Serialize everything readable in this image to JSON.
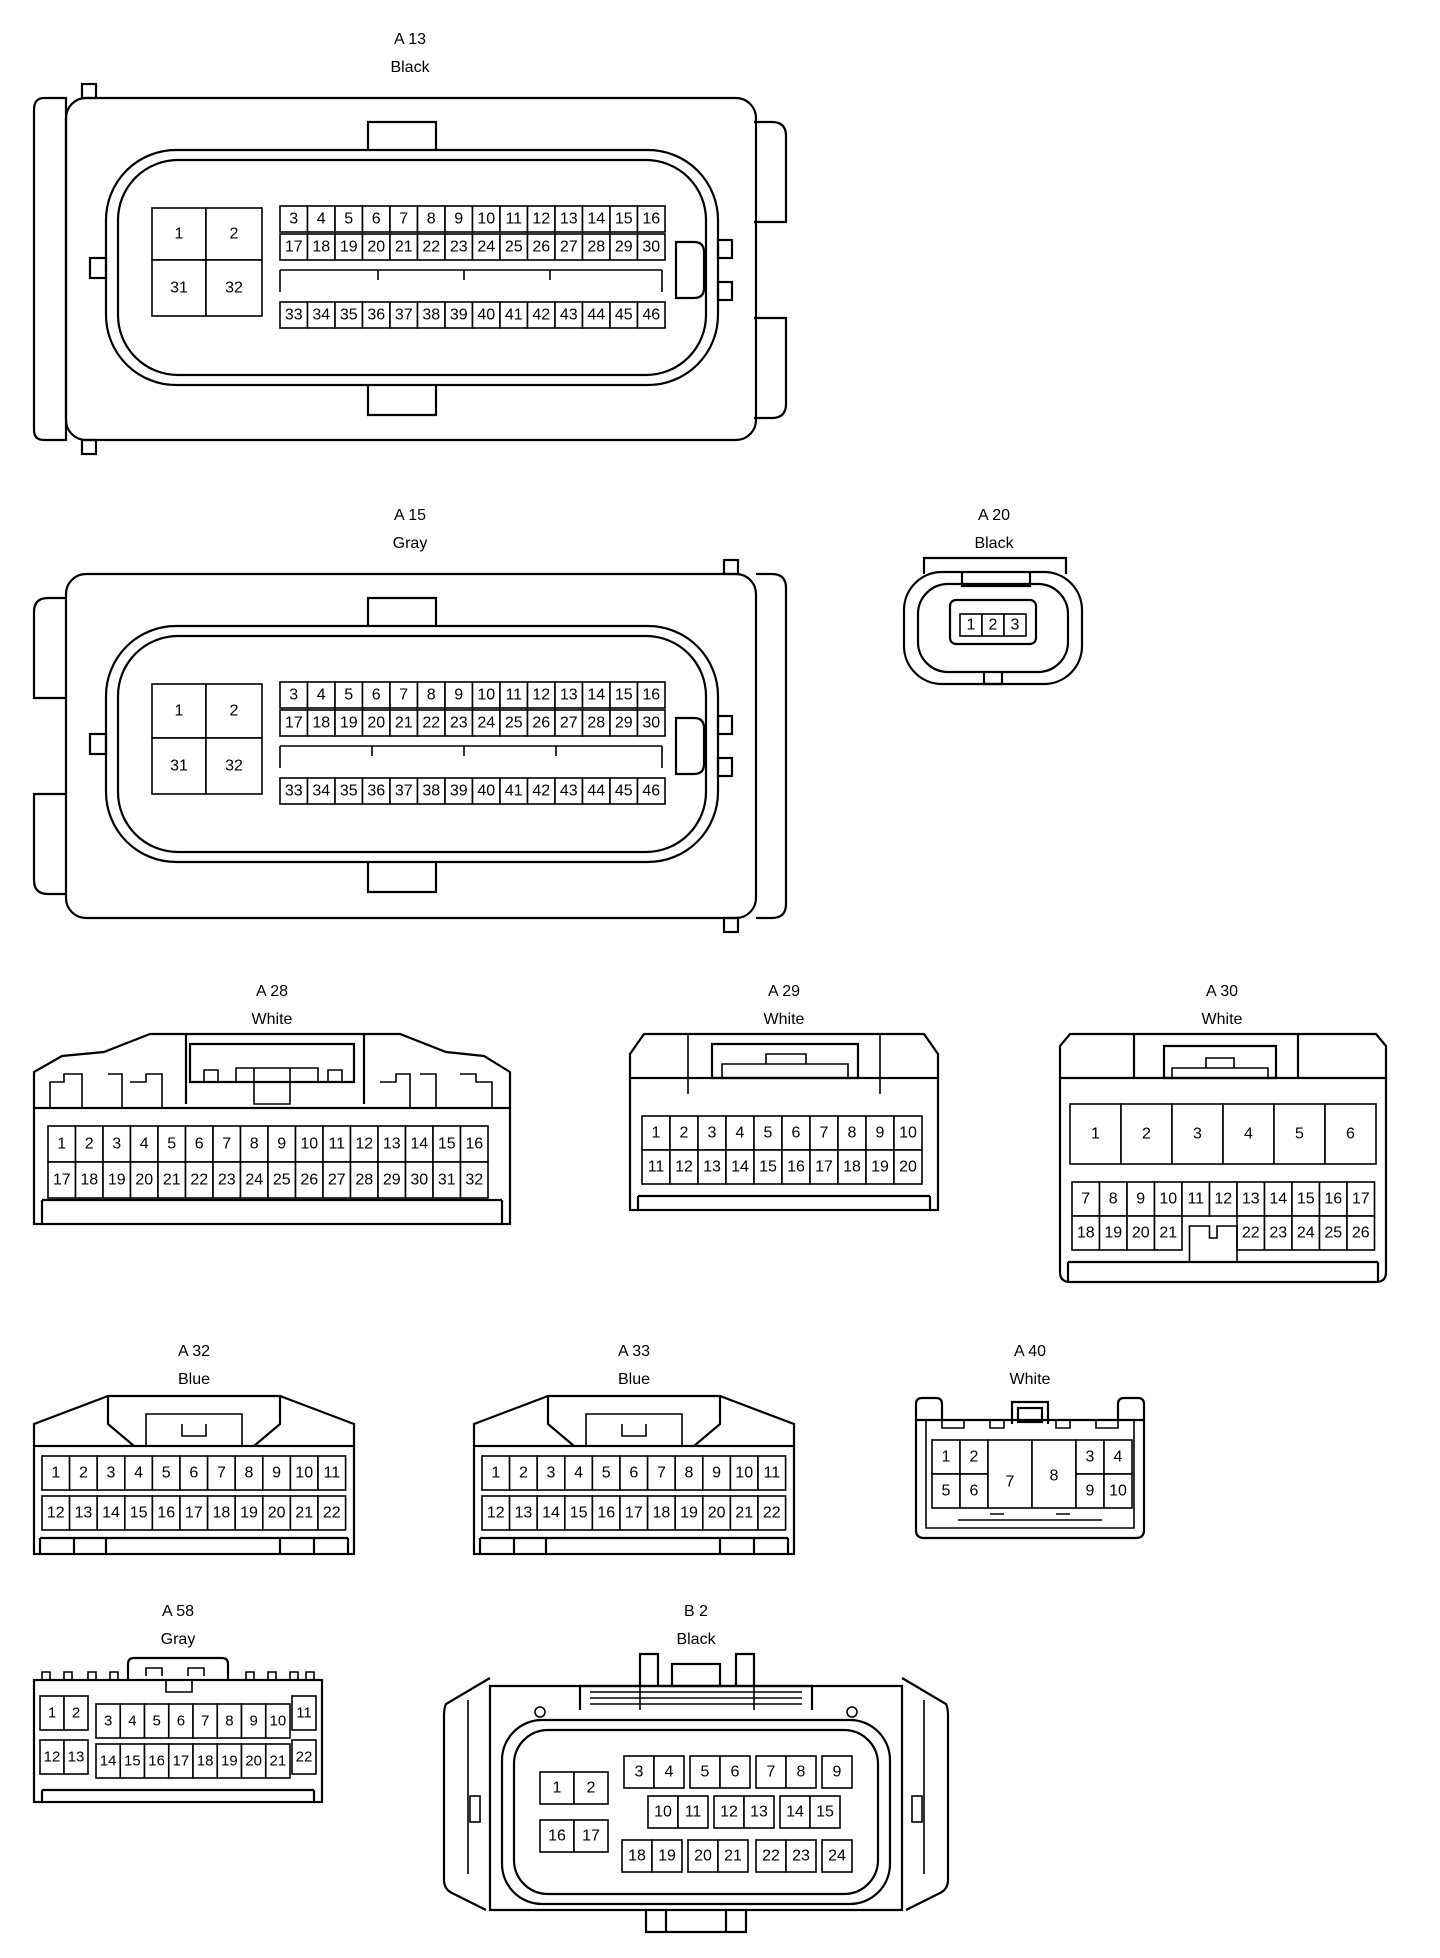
{
  "connectors": {
    "a13": {
      "name": "A 13",
      "color": "Black"
    },
    "a15": {
      "name": "A 15",
      "color": "Gray"
    },
    "a20": {
      "name": "A 20",
      "color": "Black"
    },
    "a28": {
      "name": "A 28",
      "color": "White"
    },
    "a29": {
      "name": "A 29",
      "color": "White"
    },
    "a30": {
      "name": "A 30",
      "color": "White"
    },
    "a32": {
      "name": "A 32",
      "color": "Blue"
    },
    "a33": {
      "name": "A 33",
      "color": "Blue"
    },
    "a40": {
      "name": "A 40",
      "color": "White"
    },
    "a58": {
      "name": "A 58",
      "color": "Gray"
    },
    "b2": {
      "name": "B 2",
      "color": "Black"
    }
  }
}
